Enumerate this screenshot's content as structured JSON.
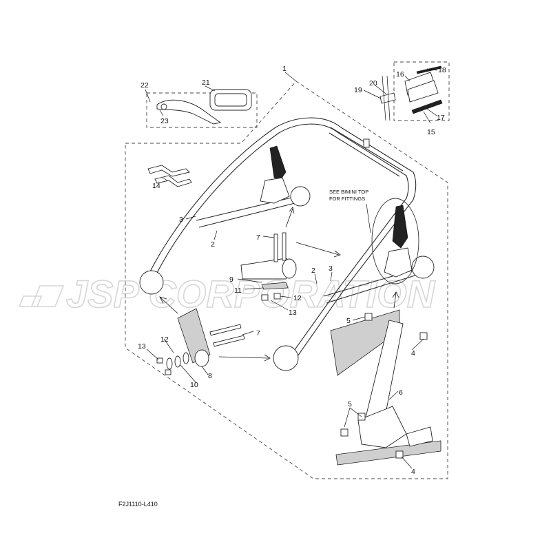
{
  "diagram": {
    "drawing_code": "F2J1110-L410",
    "watermark": "JSP CORPORATION",
    "note": [
      "SEE BIMINI TOP",
      "FOR FITTINGS"
    ],
    "callouts": {
      "c1": "1",
      "c2a": "2",
      "c2b": "2",
      "c3a": "3",
      "c3b": "3",
      "c4a": "4",
      "c4b": "4",
      "c5a": "5",
      "c5b": "5",
      "c6": "6",
      "c7a": "7",
      "c7b": "7",
      "c8": "8",
      "c9": "9",
      "c10": "10",
      "c11": "11",
      "c12a": "12",
      "c12b": "12",
      "c13a": "13",
      "c13b": "13",
      "c14": "14",
      "c15": "15",
      "c16": "16",
      "c17": "17",
      "c18": "18",
      "c19": "19",
      "c20": "20",
      "c21": "21",
      "c22": "22",
      "c23": "23"
    }
  }
}
